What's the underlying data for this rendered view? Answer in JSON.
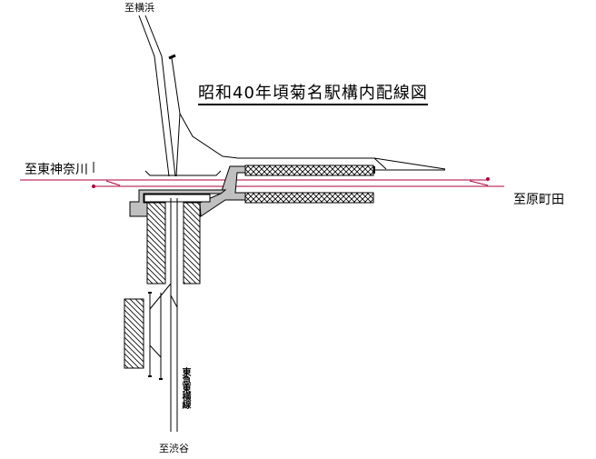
{
  "title": "昭和40年頃菊名駅構内配線図",
  "labels": {
    "yokohama": "至横浜",
    "higashikanagawa": "至東神奈川",
    "haramachida": "至原町田",
    "shibuya": "至渋谷",
    "toyoko_line": "東急東横線"
  },
  "colors": {
    "jr_line": "#b0003a",
    "concourse": "#c0c0c0",
    "track": "#000000"
  }
}
